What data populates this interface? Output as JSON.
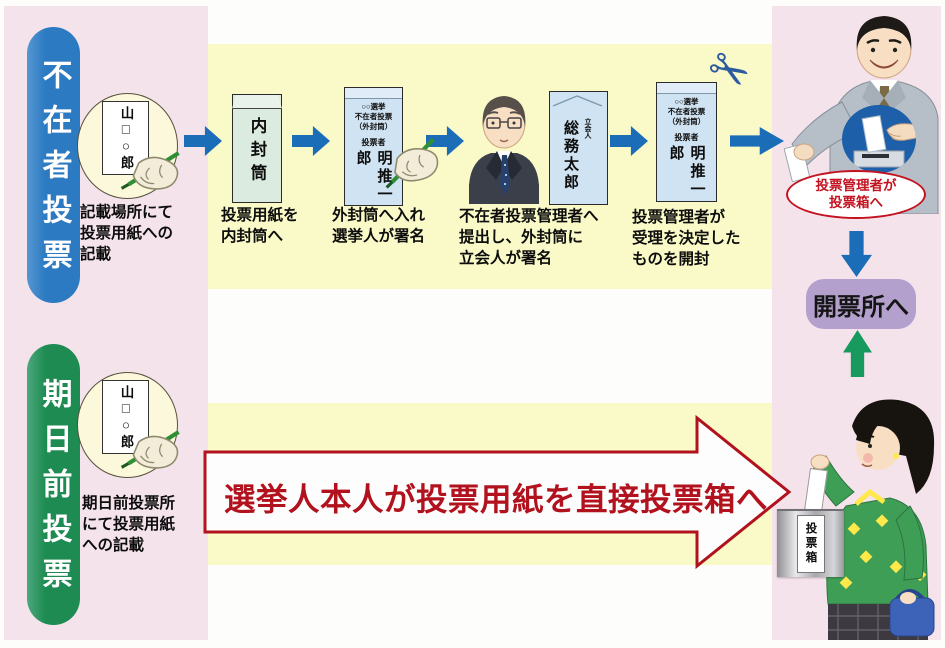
{
  "colors": {
    "accent_blue": "#1b6db8",
    "pill_blue": "#2c7ac1",
    "pill_green": "#1e8b52",
    "arrow_green": "#189a5e",
    "box_purple": "#b3a0cd",
    "oval_red": "#c41320",
    "big_arrow_red": "#b2121d",
    "band_yellow": "#fafac8",
    "bg_pink": "#f5e3ec"
  },
  "absentee": {
    "label": "不在者投票",
    "ballot_text": "山□○郎",
    "step1_caption": "記載場所にて\n投票用紙への\n記載",
    "inner_envelope_label": "内封筒",
    "step2_caption": "投票用紙を\n内封筒へ",
    "outer_envelope_header": "○○選挙\n不在者投票\n（外封筒）",
    "voter_label": "投票者",
    "voter_name": "明推一郎",
    "step3_caption": "外封筒へ入れ\n選挙人が署名",
    "witness_label": "立会人",
    "witness_name": "総務太郎",
    "step4_caption": "不在者投票管理者へ\n提出し、外封筒に\n立会人が署名",
    "step5_caption": "投票管理者が\n受理を決定した\nものを開封",
    "manager_oval": "投票管理者が\n投票箱へ",
    "counting_box": "開票所へ"
  },
  "early": {
    "label": "期日前投票",
    "ballot_text": "山□○郎",
    "caption": "期日前投票所\nにて投票用紙\nへの記載",
    "big_arrow_text": "選挙人本人が投票用紙を直接投票箱へ",
    "ballot_box_label": "投票箱"
  }
}
